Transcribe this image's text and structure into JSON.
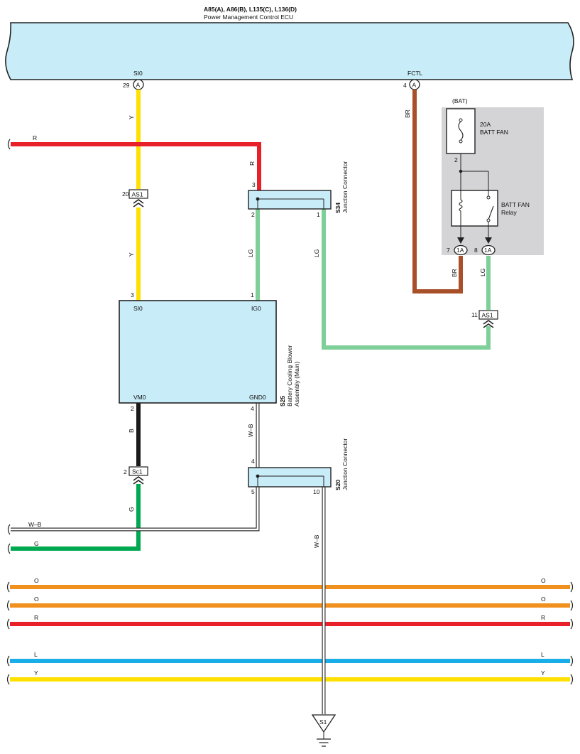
{
  "ecu": {
    "connectors": "A85(A), A86(B), L135(C), L136(D)",
    "name": "Power Management Control ECU",
    "pin_si0": "SI0",
    "pin_fctl": "FCTL",
    "pin_si0_num": "29",
    "pin_si0_conn": "A",
    "pin_fctl_num": "4",
    "pin_fctl_conn": "A"
  },
  "relay_box": {
    "bat": "(BAT)",
    "fuse_rating": "20A",
    "fuse_name": "BATT FAN",
    "fuse_pin": "2",
    "relay_name_1": "BATT FAN",
    "relay_name_2": "Relay",
    "pin7": "7",
    "pin8": "8",
    "conn_1a_a": "1A",
    "conn_1a_b": "1A"
  },
  "s34": {
    "id": "S34",
    "type": "Junction Connector",
    "pin3": "3",
    "pin2": "2",
    "pin1": "1"
  },
  "s20": {
    "id": "S20",
    "type": "Junction Connector",
    "pin4": "4",
    "pin5": "5",
    "pin10": "10"
  },
  "s25": {
    "id": "S25",
    "name_1": "Battery Cooling Blower",
    "name_2": "Assembly (Main)",
    "pin_si0": "SI0",
    "pin_ig0": "IG0",
    "pin_vm0": "VM0",
    "pin_gnd0": "GND0",
    "pin_si0_num": "3",
    "pin_ig0_num": "1",
    "pin_vm0_num": "2",
    "pin_gnd0_num": "4"
  },
  "connectors": {
    "as1_top_num": "20",
    "as1_top": "AS1",
    "as1_right_num": "11",
    "as1_right": "AS1",
    "sc1_num": "2",
    "sc1": "Sc1"
  },
  "wire_labels": {
    "y_top": "Y",
    "y_mid": "Y",
    "r_top": "R",
    "r_s34": "R",
    "lg_s25": "LG",
    "lg_s34": "LG",
    "lg_relay": "LG",
    "br_top": "BR",
    "br_relay": "BR",
    "b": "B",
    "g_vert": "G",
    "wb_vert": "W–B",
    "wb_gnd": "W–B",
    "wb_horiz": "W–B",
    "g_horiz": "G"
  },
  "bus_wires": [
    {
      "label": "O",
      "color": "#f0901e"
    },
    {
      "label": "O",
      "color": "#f0901e"
    },
    {
      "label": "R",
      "color": "#e8202a"
    },
    {
      "label": "L",
      "color": "#1aaee8"
    },
    {
      "label": "Y",
      "color": "#ffe000"
    }
  ],
  "ground": {
    "id": "S1"
  },
  "colors": {
    "ecu_fill": "#c8ecf8",
    "yellow": "#ffe000",
    "red": "#e8202a",
    "lightgreen": "#7fcf98",
    "brown": "#a8502a",
    "black": "#1a1a1a",
    "green": "#00a850",
    "gray_box": "#d4d4d6"
  }
}
